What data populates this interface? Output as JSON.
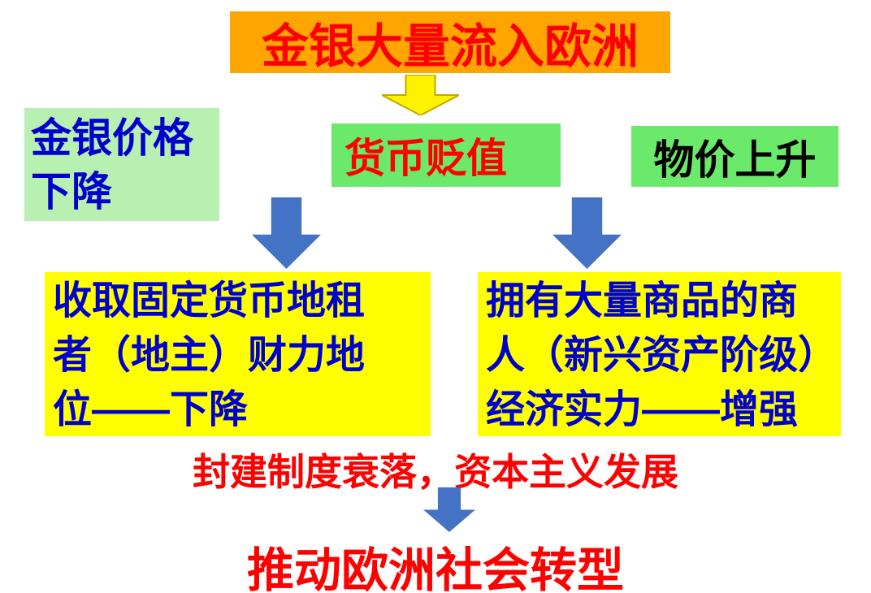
{
  "title": {
    "text": "金银大量流入欧洲"
  },
  "boxes": {
    "gold_silver_price": {
      "lines": [
        "金银价格",
        "下降"
      ]
    },
    "currency_devaluation": {
      "text": "货币贬值"
    },
    "price_rise": {
      "text": "物价上升"
    },
    "landlord": {
      "lines": [
        "收取固定货币地租",
        "者（地主）财力地",
        "位——下降"
      ]
    },
    "merchant": {
      "lines": [
        "拥有大量商品的商",
        "人（新兴资产阶级）",
        "经济实力——增强"
      ]
    }
  },
  "conclusion": {
    "text": "封建制度衰落，资本主义发展"
  },
  "result": {
    "text": "推动欧洲社会转型"
  },
  "icons": {
    "yellow_down_arrow": "down-arrow",
    "blue_down_arrow_left": "down-arrow",
    "blue_down_arrow_right": "down-arrow",
    "blue_down_arrow_bottom": "down-arrow"
  },
  "colors": {
    "title_bg": "#FFA500",
    "title_text": "#FF0000",
    "green_light_bg": "#B7F0B1",
    "green_bright_bg": "#6BE96B",
    "yellow_box_bg": "#FFFF00",
    "blue_text": "#0000CC",
    "red_text": "#FF0000",
    "dark_text": "#000000",
    "arrow_yellow": "#FFF200",
    "arrow_blue": "#4472C4"
  }
}
